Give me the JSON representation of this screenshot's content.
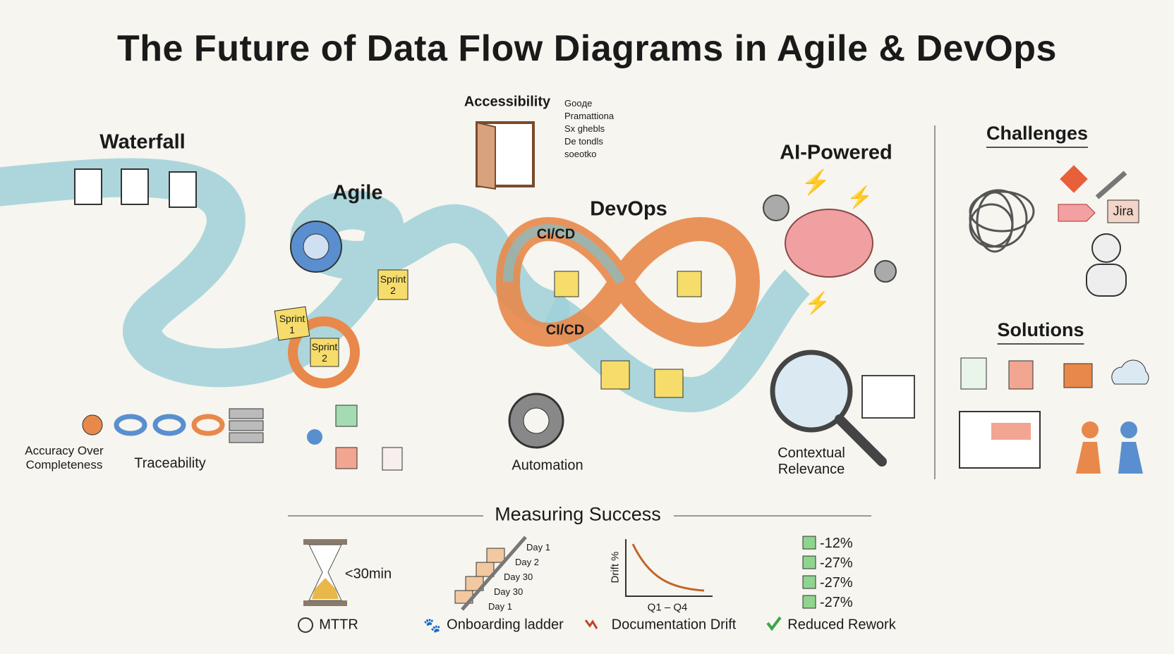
{
  "title": "The Future of Data Flow Diagrams in Agile & DevOps",
  "stages": {
    "waterfall": "Waterfall",
    "agile": "Agile",
    "devops": "DevOps",
    "ai_powered": "AI-Powered",
    "accessibility": "Accessibility"
  },
  "accessibility_notes": [
    "Gooдe",
    "Pramattiona",
    "Sx ghebls",
    "De tondls",
    "soeotko"
  ],
  "agile_items": {
    "sprint1": "Sprint 1",
    "sprint2_top": "Sprint 2",
    "sprint2_bottom": "Sprint 2"
  },
  "devops_items": {
    "cicd_top": "CI/CD",
    "cicd_bottom": "CI/CD"
  },
  "bottom_labels": {
    "accuracy": "Accuracy Over Completeness",
    "traceability": "Traceability",
    "automation": "Automation",
    "contextual": "Contextual Relevance"
  },
  "right_panel": {
    "challenges": "Challenges",
    "jira": "Jira",
    "solutions": "Solutions"
  },
  "measuring": {
    "heading": "Measuring Success",
    "mttr_value": "<30min",
    "mttr_label": "MTTR",
    "ladder_days": [
      "Day 1",
      "Day 2",
      "Day 30",
      "Day 30",
      "Day 1"
    ],
    "ladder_label": "Onboarding ladder",
    "drift_ylabel": "Drift %",
    "drift_xlabel": "Q1 – Q4",
    "drift_label": "Documentation Drift",
    "rework_values": [
      "-12%",
      "-27%",
      "-27%",
      "-27%"
    ],
    "rework_label": "Reduced Rework"
  },
  "colors": {
    "river": "#9fd0d8",
    "orange": "#e8884a",
    "blue": "#5a8fcf",
    "note": "#f6dd6b",
    "check": "#3aa64a"
  }
}
